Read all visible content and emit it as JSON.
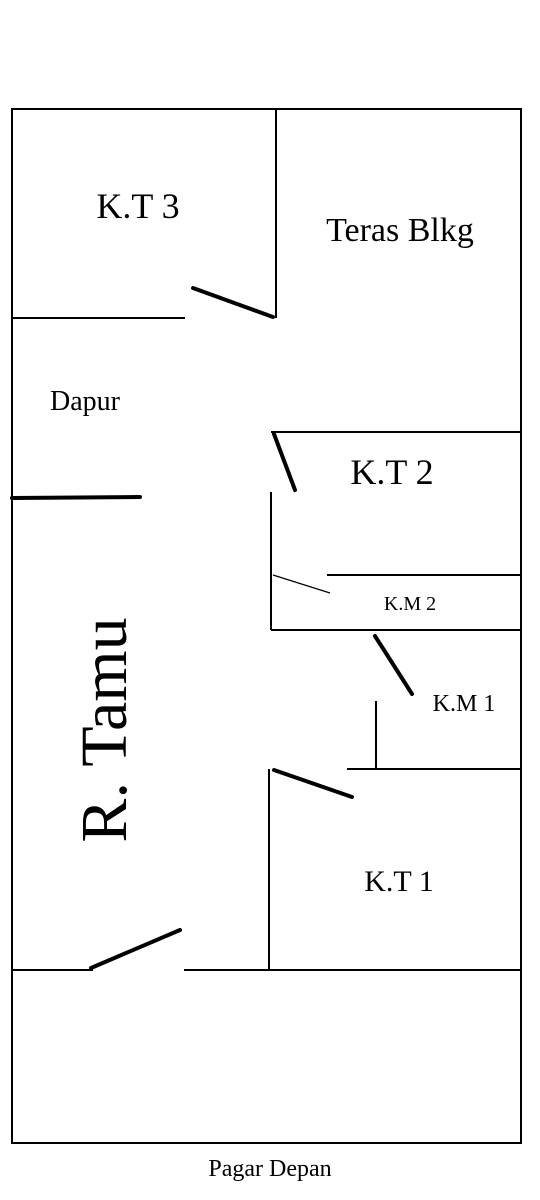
{
  "rooms": {
    "kt3": "K.T 3",
    "teras": "Teras Blkg",
    "dapur": "Dapur",
    "kt2": "K.T 2",
    "km2": "K.M 2",
    "km1": "K.M 1",
    "tamu": "R. Tamu",
    "kt1": "K.T 1"
  },
  "footer": {
    "fence": "Pagar Depan"
  },
  "colors": {
    "line": "#000000",
    "background": "#ffffff"
  }
}
